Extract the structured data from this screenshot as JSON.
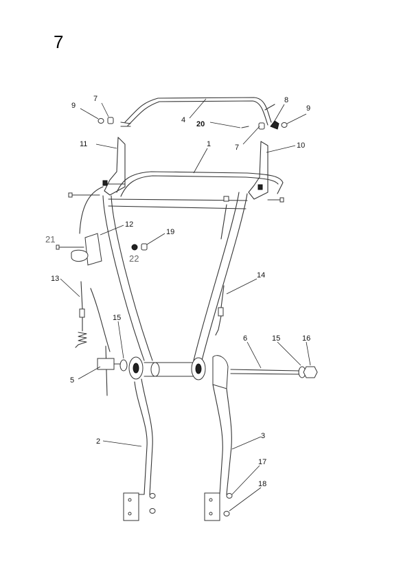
{
  "page_number": "7",
  "labels": {
    "l1": "1",
    "l2": "2",
    "l3": "3",
    "l4": "4",
    "l5": "5",
    "l6": "6",
    "l7a": "7",
    "l7b": "7",
    "l8": "8",
    "l9a": "9",
    "l9b": "9",
    "l10": "10",
    "l11": "11",
    "l12": "12",
    "l13": "13",
    "l14": "14",
    "l15a": "15",
    "l15b": "15",
    "l16": "16",
    "l17": "17",
    "l18": "18",
    "l19": "19",
    "l20": "20",
    "l21": "21",
    "l22": "22"
  }
}
